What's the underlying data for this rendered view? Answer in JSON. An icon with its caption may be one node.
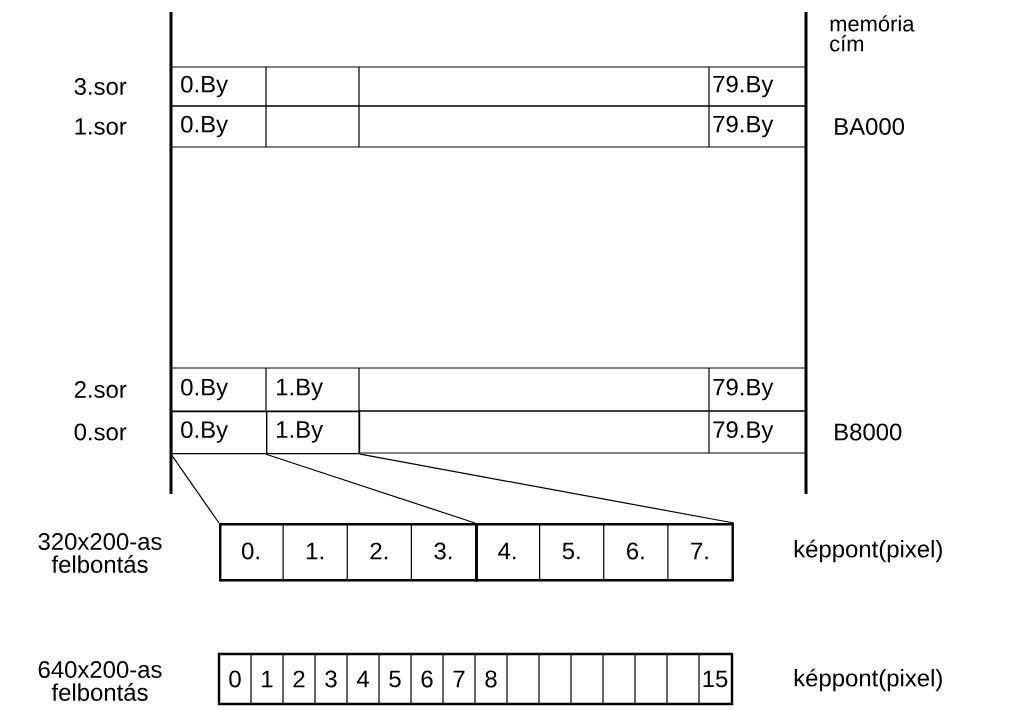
{
  "diagram": {
    "nodes": [
      {
        "text": [
          "0.By"
        ]
      },
      {
        "text": [
          "1.By"
        ]
      },
      {
        "text": [
          "0.",
          "1.",
          "2.",
          "3."
        ]
      },
      {
        "text": [
          "4.",
          "5.",
          "6.",
          "7."
        ]
      }
    ],
    "edges": [
      {
        "from": 0,
        "to": 2,
        "arrow": "none"
      },
      {
        "from": 1,
        "to": 3,
        "arrow": "none"
      },
      {
        "from": 1,
        "to": 3,
        "arrow": "none"
      }
    ],
    "labels": [
      "memória cím",
      "3.sor",
      "0.By",
      "79.By",
      "1.sor",
      "0.By",
      "79.By",
      "BA000",
      "2.sor",
      "0.By",
      "1.By",
      "79.By",
      "0.sor",
      "79.By",
      "B8000",
      "320x200-as felbontás",
      "képpont(pixel)",
      "640x200-as felbontás",
      "0",
      "1",
      "2",
      "3",
      "4",
      "5",
      "6",
      "7",
      "8",
      "15",
      "képpont(pixel)"
    ]
  }
}
